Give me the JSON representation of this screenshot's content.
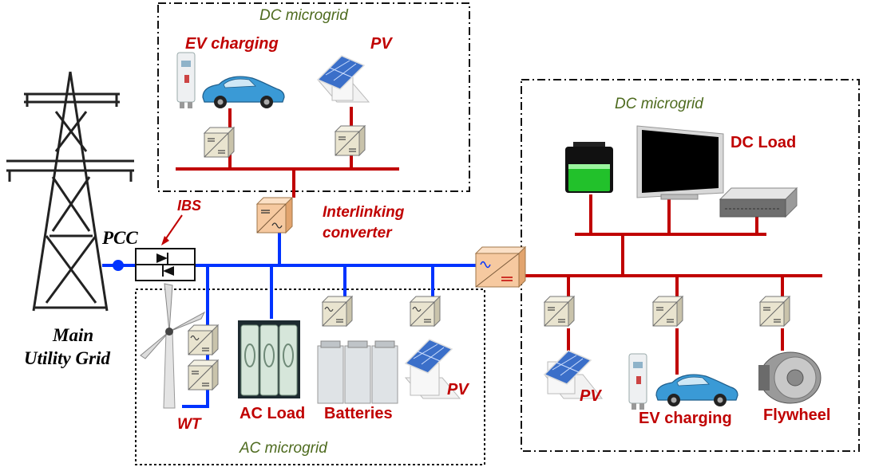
{
  "labels": {
    "dc_top_title": "DC microgrid",
    "ev_top": "EV charging",
    "pv_top": "PV",
    "dc_right_title": "DC microgrid",
    "dc_load": "DC Load",
    "ibs": "IBS",
    "pcc": "PCC",
    "interlinking_1": "Interlinking",
    "interlinking_2": "converter",
    "main_grid_1": "Main",
    "main_grid_2": "Utility Grid",
    "wt": "WT",
    "ac_load": "AC Load",
    "batteries": "Batteries",
    "pv_ac": "PV",
    "pv_right": "PV",
    "ev_right": "EV charging",
    "flywheel": "Flywheel",
    "ac_title": "AC microgrid"
  },
  "colors": {
    "dc_bus": "#c00000",
    "ac_bus": "#0033ff",
    "title_green": "#4e6b1f",
    "label_red": "#c00000",
    "converter_fill": "#e9e4cf",
    "interlinking_fill": "#f6c9a0"
  },
  "icons": [
    "transmission-tower-icon",
    "ev-car-icon",
    "ev-charger-icon",
    "solar-panel-icon",
    "battery-icon",
    "monitor-icon",
    "rack-server-icon",
    "wind-turbine-icon",
    "ac-load-cabinet-icon",
    "battery-bank-icon",
    "flywheel-icon",
    "converter-icon",
    "thyristor-switch-icon"
  ]
}
